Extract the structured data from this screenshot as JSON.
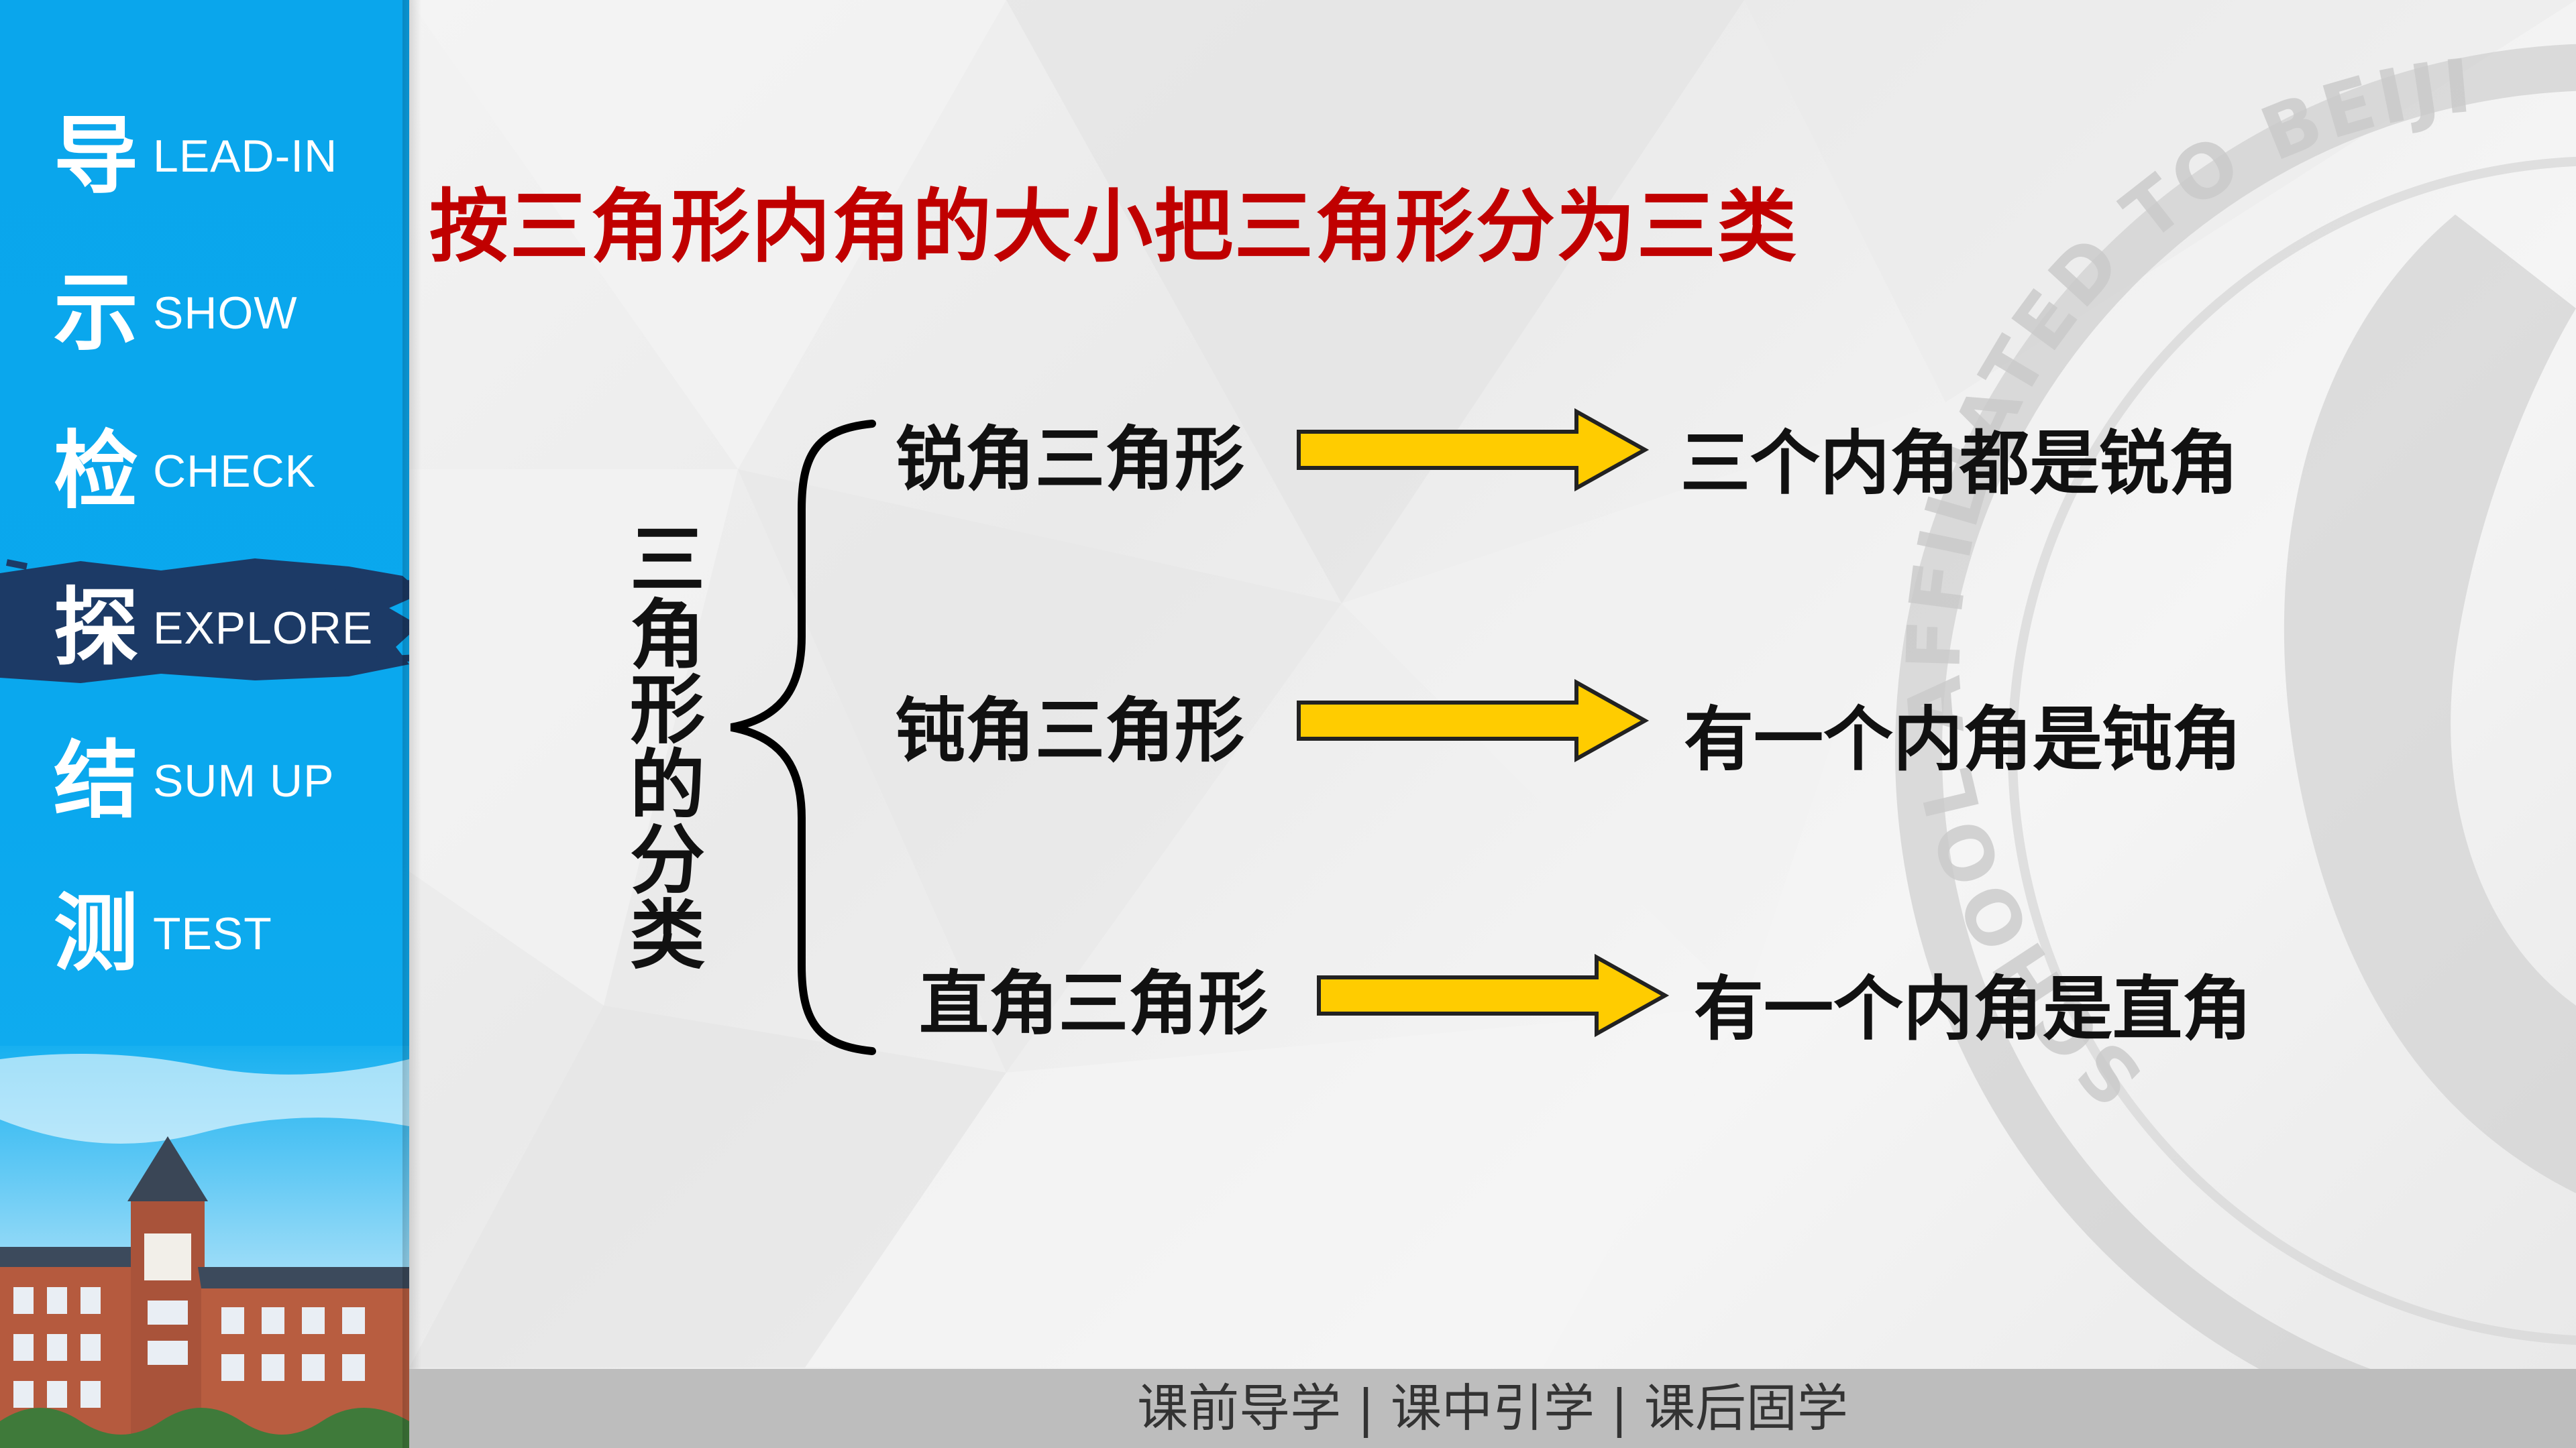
{
  "nav": {
    "items": [
      {
        "glyph": "导",
        "label": "LEAD-IN"
      },
      {
        "glyph": "示",
        "label": "SHOW"
      },
      {
        "glyph": "检",
        "label": "CHECK"
      },
      {
        "glyph": "探",
        "label": "EXPLORE",
        "active": true
      },
      {
        "glyph": "结",
        "label": "SUM UP"
      },
      {
        "glyph": "测",
        "label": "TEST"
      }
    ]
  },
  "slide": {
    "title": "按三角形内角的大小把三角形分为三类",
    "group_label": [
      "三",
      "角",
      "形",
      "的",
      "分",
      "类"
    ],
    "rows": [
      {
        "type": "锐角三角形",
        "desc": "三个内角都是锐角"
      },
      {
        "type": "钝角三角形",
        "desc": "有一个内角是钝角"
      },
      {
        "type": "直角三角形",
        "desc": "有一个内角是直角"
      }
    ]
  },
  "watermark": {
    "text": "SCHOOL AFFILIATED TO BEIJI"
  },
  "footer": {
    "text": "课前导学 | 课中引学 | 课后固学"
  },
  "colors": {
    "sidebar": "#0aa6ec",
    "title": "#c00000",
    "arrow_fill": "#ffcc00",
    "brush": "#1c3a66"
  }
}
